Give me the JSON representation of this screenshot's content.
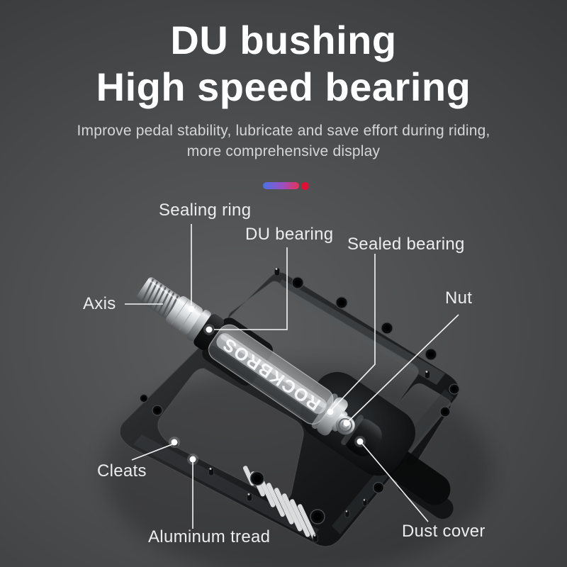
{
  "header": {
    "title_line1": "DU bushing",
    "title_line2": "High speed bearing",
    "subtitle_line1": "Improve pedal stability, lubricate and save effort during riding,",
    "subtitle_line2": "more comprehensive display"
  },
  "brand_on_axle": "ROCKBROS",
  "callouts": {
    "sealing_ring": "Sealing ring",
    "du_bearing": "DU bearing",
    "sealed_bearing": "Sealed bearing",
    "axis": "Axis",
    "nut": "Nut",
    "cleats": "Cleats",
    "aluminum_tread": "Aluminum tread",
    "dust_cover": "Dust cover"
  },
  "colors": {
    "title": "#ffffff",
    "subtitle": "#d5d6d7",
    "label": "#eceded",
    "line": "#ffffff",
    "accent-blue": "#4a72e8",
    "accent-purple": "#9b4fc0",
    "accent-red": "#e8325a",
    "dot-red": "#e01034",
    "background-center": "#5c5d5f",
    "background-edge": "#262829"
  }
}
